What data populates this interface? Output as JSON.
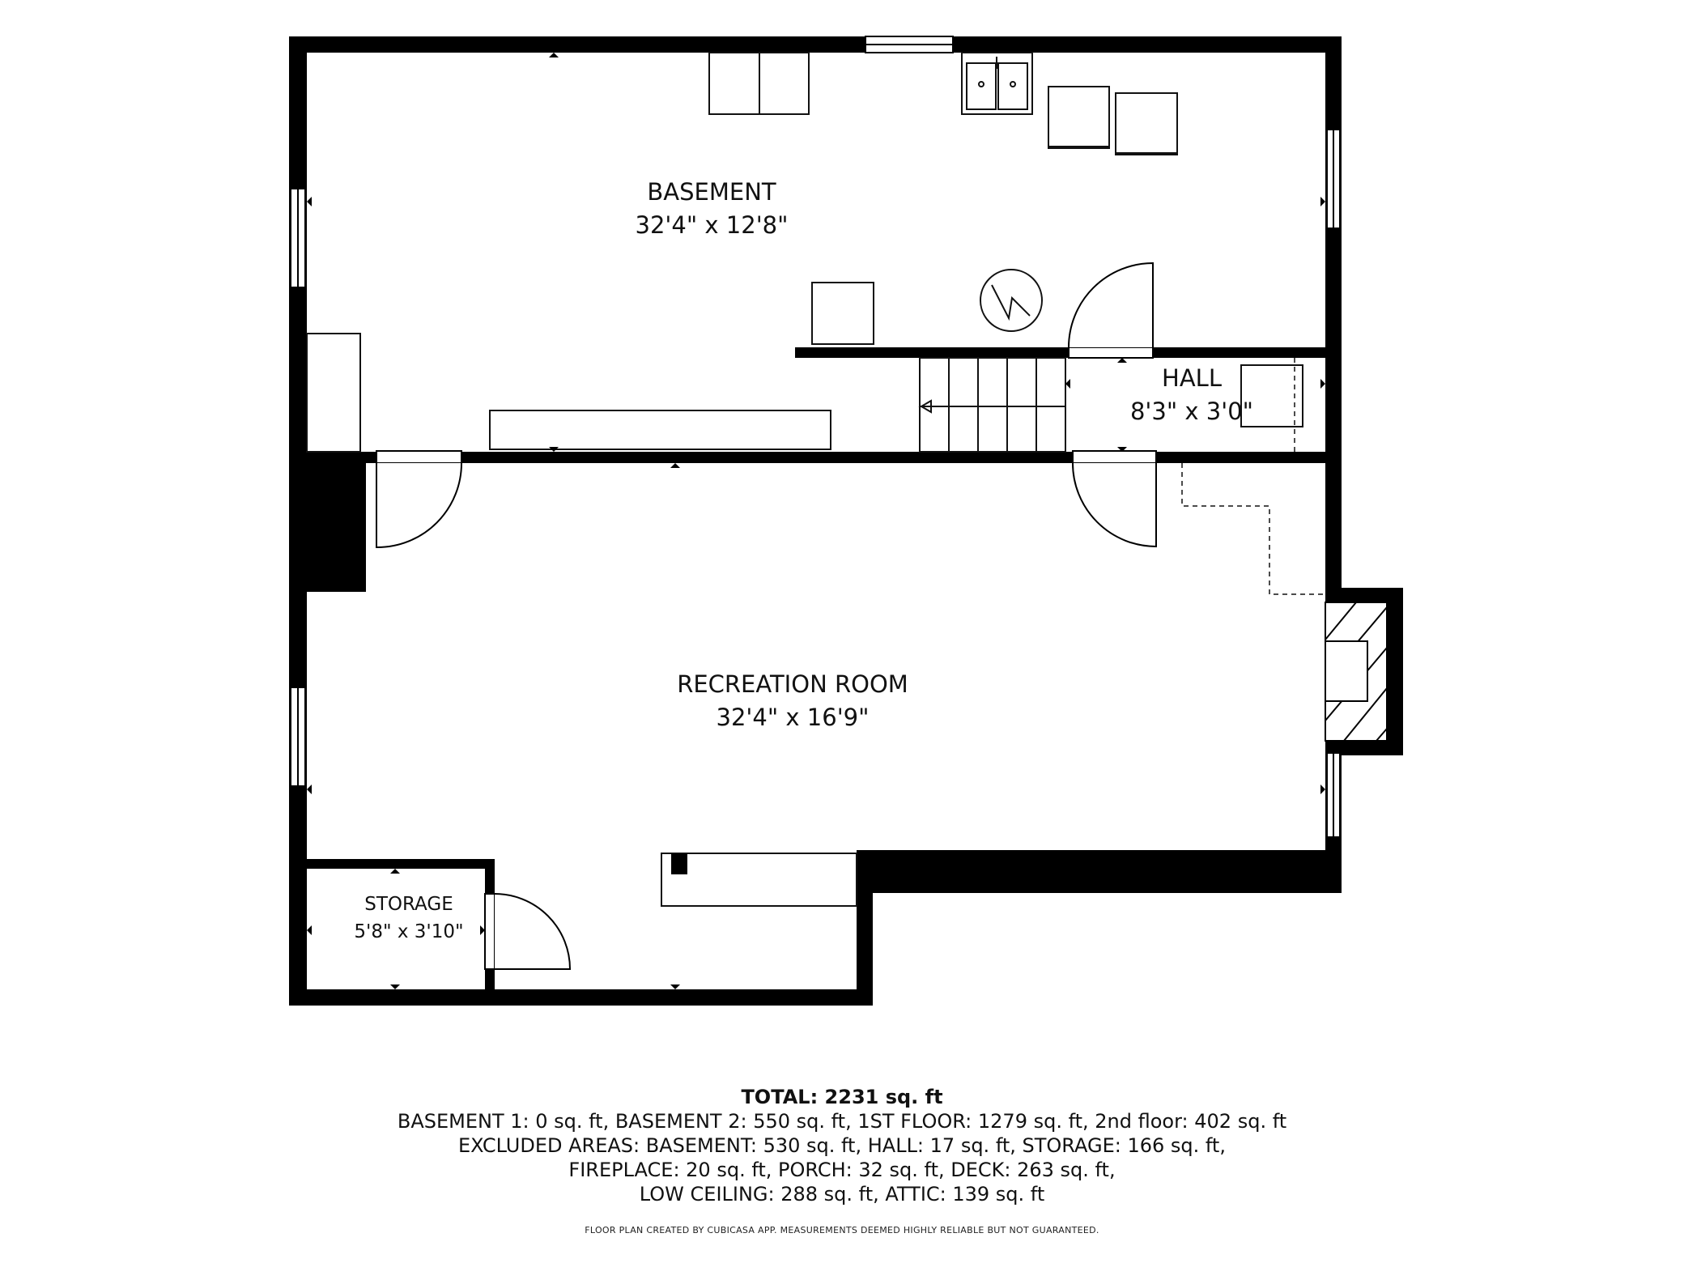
{
  "rooms": {
    "basement": {
      "name": "BASEMENT",
      "dimensions": "32'4\" x 12'8\""
    },
    "hall": {
      "name": "HALL",
      "dimensions": "8'3\" x 3'0\""
    },
    "recreation": {
      "name": "RECREATION ROOM",
      "dimensions": "32'4\" x 16'9\""
    },
    "storage": {
      "name": "STORAGE",
      "dimensions": "5'8\" x 3'10\""
    }
  },
  "summary": {
    "total": "TOTAL: 2231 sq. ft",
    "line1": "BASEMENT 1: 0 sq. ft, BASEMENT 2: 550 sq. ft, 1ST FLOOR: 1279 sq. ft, 2nd floor: 402 sq. ft",
    "line2": "EXCLUDED AREAS: BASEMENT: 530 sq. ft, HALL: 17 sq. ft, STORAGE: 166 sq. ft,",
    "line3": "FIREPLACE: 20 sq. ft, PORCH: 32 sq. ft, DECK: 263 sq. ft,",
    "line4": "LOW CEILING: 288 sq. ft, ATTIC: 139 sq. ft"
  },
  "credit": "FLOOR PLAN CREATED BY CUBICASA APP. MEASUREMENTS DEEMED HIGHLY RELIABLE BUT NOT GUARANTEED.",
  "colors": {
    "wall": "#000000",
    "fixture": "#111111",
    "background": "#ffffff"
  }
}
